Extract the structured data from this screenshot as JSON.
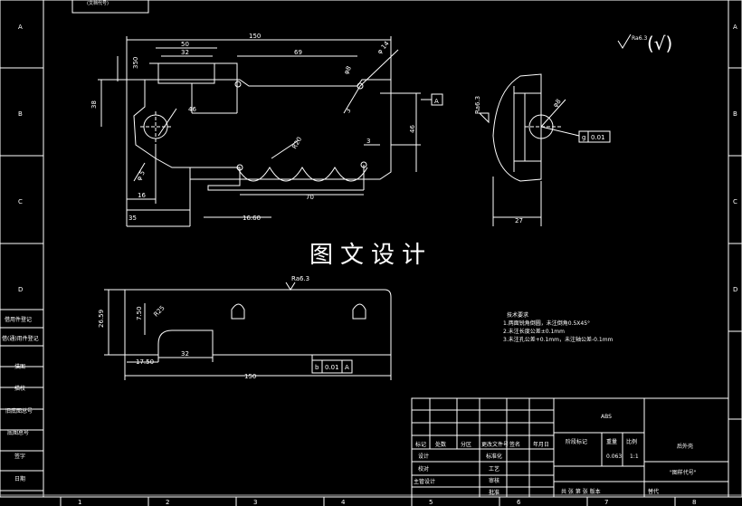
{
  "watermark": "图文设计",
  "zone_letters": [
    "A",
    "B",
    "C",
    "D"
  ],
  "zone_numbers": [
    "1",
    "2",
    "3",
    "4",
    "5",
    "6",
    "7",
    "8"
  ],
  "left_stamp": [
    "借(通)用件登记",
    "旧底图总号",
    "底图总号",
    "签字",
    "日期"
  ],
  "left_stamp_top": [
    "借用件登记",
    "描图",
    "描校"
  ],
  "top_stamp_text": "(文档代号)",
  "front_view": {
    "dims": {
      "overall": "150",
      "d50": "50",
      "d32": "32",
      "d69": "69",
      "d350": "350",
      "phi14": "φ 14",
      "phi8": "φ8",
      "d46a": "46",
      "d46b": "46",
      "d3": "3",
      "d38": "38",
      "d16": "16",
      "d35": "35",
      "d1660": "16.60",
      "d70": "70",
      "r20": "R20",
      "d3b": "3",
      "phi5": "φ 5"
    },
    "datum": "A"
  },
  "side_view": {
    "roughness": "Ra6.3",
    "phi8": "φ8",
    "dim27": "27",
    "tol_symbol": "g",
    "tol_value": "0.01"
  },
  "bottom_view": {
    "roughness": "Ra6.3",
    "d26": "26.59",
    "d750": "7.50",
    "r25": "R25",
    "d1750": "17.50",
    "d32": "32",
    "d150": "150",
    "tol_symbol": "b",
    "tol_value": "0.01",
    "tol_datum": "A"
  },
  "roughness_note": "(√)",
  "tech_requirements": {
    "title": "技术要求",
    "lines": [
      "1.两面锐角倒圆，未注倒角0.5X45°",
      "2.未注长度公差±0.1mm",
      "3.未注孔公差+0.1mm，未注轴公差-0.1mm"
    ]
  },
  "title_block": {
    "material": "ABS",
    "headers": [
      "标记",
      "处数",
      "分区",
      "更改文件号",
      "签名",
      "年月日"
    ],
    "rows": [
      "设计",
      "校对",
      "主管设计"
    ],
    "mid_rows": [
      "标准化",
      "工艺",
      "审核",
      "批准"
    ],
    "stage_labels": [
      "阶段标记",
      "重量",
      "比例"
    ],
    "weight": "0.063",
    "scale": "1:1",
    "part_name": "后外壳",
    "drawing_no": "\"图样代号\"",
    "sheet_info": "共 张  第 张  版本",
    "replace": "替代"
  }
}
